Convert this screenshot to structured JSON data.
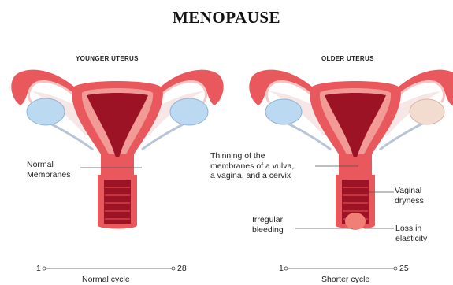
{
  "title": "MENOPAUSE",
  "panels": {
    "younger": {
      "label": "YOUNGER UTERUS",
      "annotation": [
        "Normal",
        "Membranes"
      ],
      "cycle": {
        "start": "1",
        "end": "28",
        "caption": "Normal cycle"
      }
    },
    "older": {
      "label": "OLDER UTERUS",
      "annotation_thinning": [
        "Thinning of the",
        "membranes of a vulva,",
        "a vagina, and a cervix"
      ],
      "annotation_irregular": [
        "Irregular",
        "bleeding"
      ],
      "annotation_dryness": [
        "Vaginal",
        "dryness"
      ],
      "annotation_elasticity": [
        "Loss in",
        "elasticity"
      ],
      "cycle": {
        "start": "1",
        "end": "25",
        "caption": "Shorter cycle"
      }
    }
  },
  "colors": {
    "uterus_outer": "#e8585c",
    "uterus_light": "#f29a95",
    "uterus_dark": "#9c1326",
    "ovary": "#bcd9f2",
    "ovary_old": "#f2dccf",
    "tube_light": "#f7c6c4"
  }
}
